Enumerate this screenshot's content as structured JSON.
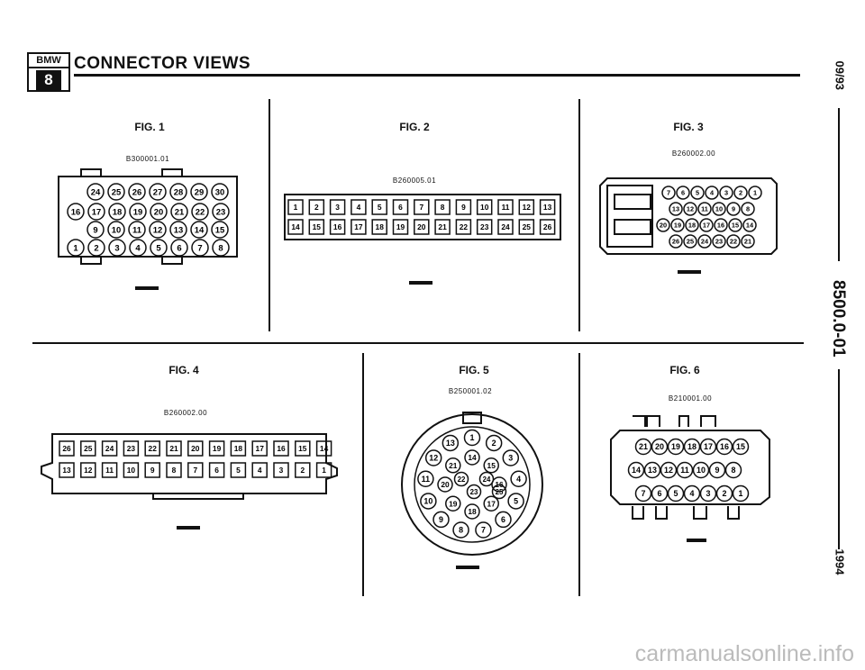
{
  "header": {
    "logo": "BMW",
    "logo_sub": "8",
    "title": "CONNECTOR VIEWS"
  },
  "side": {
    "date": "09/93",
    "page": "8500.0-01",
    "year": "1994"
  },
  "figures": [
    {
      "label": "FIG. 1",
      "code": "B300001.01",
      "rows": [
        [
          "24",
          "25",
          "26",
          "27",
          "28",
          "29",
          "30"
        ],
        [
          "16",
          "17",
          "18",
          "19",
          "20",
          "21",
          "22",
          "23"
        ],
        [
          "9",
          "10",
          "11",
          "12",
          "13",
          "14",
          "15"
        ],
        [
          "1",
          "2",
          "3",
          "4",
          "5",
          "6",
          "7",
          "8"
        ]
      ]
    },
    {
      "label": "FIG. 2",
      "code": "B260005.01",
      "rows": [
        [
          "1",
          "2",
          "3",
          "4",
          "5",
          "6",
          "7",
          "8",
          "9",
          "10",
          "11",
          "12",
          "13"
        ],
        [
          "14",
          "15",
          "16",
          "17",
          "18",
          "19",
          "20",
          "21",
          "22",
          "23",
          "24",
          "25",
          "26"
        ]
      ]
    },
    {
      "label": "FIG. 3",
      "code": "B260002.00",
      "rows": [
        [
          "7",
          "6",
          "5",
          "4",
          "3",
          "2",
          "1"
        ],
        [
          "13",
          "12",
          "11",
          "10",
          "9",
          "8"
        ],
        [
          "20",
          "19",
          "18",
          "17",
          "16",
          "15",
          "14"
        ],
        [
          "26",
          "25",
          "24",
          "23",
          "22",
          "21"
        ]
      ]
    },
    {
      "label": "FIG. 4",
      "code": "B260002.00",
      "rows": [
        [
          "26",
          "25",
          "24",
          "23",
          "22",
          "21",
          "20",
          "19",
          "18",
          "17",
          "16",
          "15",
          "14"
        ],
        [
          "13",
          "12",
          "11",
          "10",
          "9",
          "8",
          "7",
          "6",
          "5",
          "4",
          "3",
          "2",
          "1"
        ]
      ]
    },
    {
      "label": "FIG. 5",
      "code": "B250001.02",
      "pins": [
        "1",
        "2",
        "3",
        "4",
        "5",
        "6",
        "7",
        "8",
        "9",
        "10",
        "11",
        "12",
        "13",
        "14",
        "15",
        "16",
        "17",
        "18",
        "19",
        "20",
        "21",
        "22",
        "23",
        "24",
        "25"
      ]
    },
    {
      "label": "FIG. 6",
      "code": "B210001.00",
      "rows": [
        [
          "21",
          "20",
          "19",
          "18",
          "17",
          "16",
          "15"
        ],
        [
          "14",
          "13",
          "12",
          "11",
          "10",
          "9",
          "8"
        ],
        [
          "7",
          "6",
          "5",
          "4",
          "3",
          "2",
          "1"
        ]
      ]
    }
  ],
  "watermark": "carmanualsonline.info"
}
